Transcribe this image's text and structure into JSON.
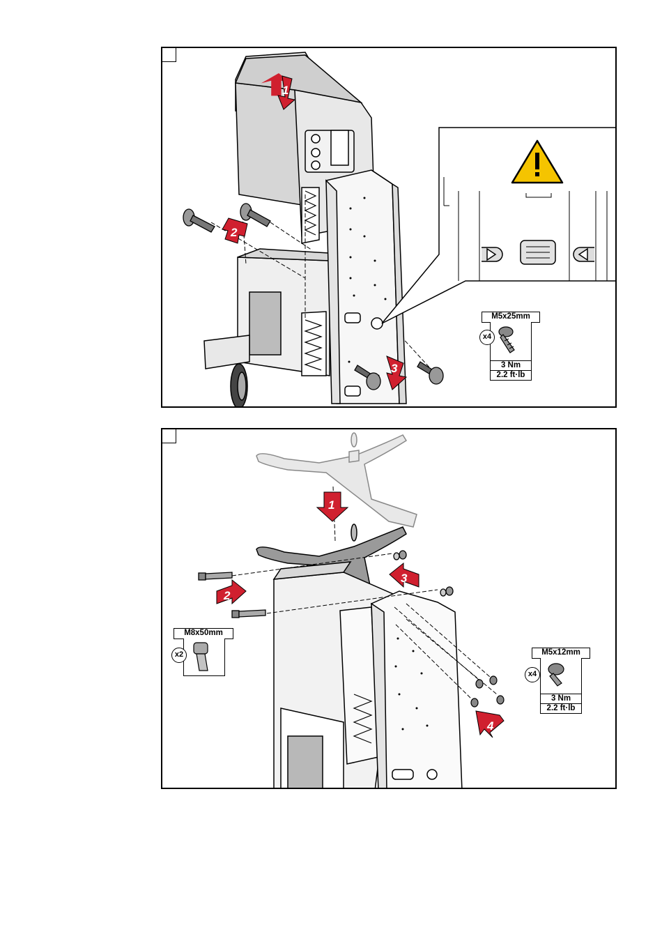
{
  "panels": [
    {
      "steps": [
        "1",
        "2",
        "3"
      ],
      "spec": {
        "size": "M5x25mm",
        "qty": "x4",
        "torque_nm": "3 Nm",
        "torque_ftlb": "2.2 ft·lb"
      }
    },
    {
      "steps": [
        "1",
        "2",
        "3",
        "4"
      ],
      "spec_left": {
        "size": "M8x50mm",
        "qty": "x2"
      },
      "spec_right": {
        "size": "M5x12mm",
        "qty": "x4",
        "torque_nm": "3 Nm",
        "torque_ftlb": "2.2 ft·lb"
      }
    }
  ],
  "colors": {
    "arrow": "#d0202f",
    "warning_fill": "#f5c400",
    "line": "#000000",
    "shade": "#d4d4d4",
    "light_shade": "#e6e6e6"
  }
}
